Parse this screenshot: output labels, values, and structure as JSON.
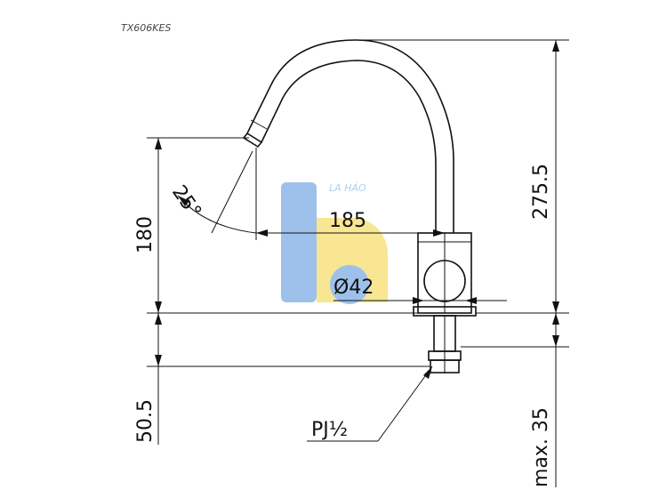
{
  "model_label": "TX606KES",
  "watermark": {
    "text": "LA HẢO",
    "colors": {
      "blue": "#4f8fdc",
      "yellow": "#f3d23c"
    }
  },
  "dimensions": {
    "spout_height": "275.5",
    "spout_reach": "185",
    "outlet_height": "180",
    "angle": "25°",
    "body_diameter": "Ø42",
    "shank_length": "50.5",
    "max_thickness": "max. 35",
    "thread": "PJ½"
  }
}
